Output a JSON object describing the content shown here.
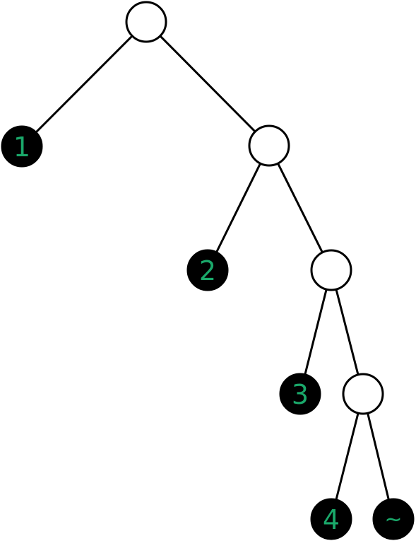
{
  "diagram": {
    "type": "binary-tree",
    "label_color": "#1aa86a",
    "nodes": [
      {
        "id": "root",
        "kind": "internal"
      },
      {
        "id": "n1",
        "kind": "internal"
      },
      {
        "id": "n2",
        "kind": "internal"
      },
      {
        "id": "n3",
        "kind": "internal"
      },
      {
        "id": "leaf-1",
        "kind": "leaf",
        "label": "1"
      },
      {
        "id": "leaf-2",
        "kind": "leaf",
        "label": "2"
      },
      {
        "id": "leaf-3",
        "kind": "leaf",
        "label": "3"
      },
      {
        "id": "leaf-4",
        "kind": "leaf",
        "label": "4"
      },
      {
        "id": "leaf-tilde",
        "kind": "leaf",
        "label": "~"
      }
    ],
    "edges": [
      [
        "root",
        "leaf-1"
      ],
      [
        "root",
        "n1"
      ],
      [
        "n1",
        "leaf-2"
      ],
      [
        "n1",
        "n2"
      ],
      [
        "n2",
        "leaf-3"
      ],
      [
        "n2",
        "n3"
      ],
      [
        "n3",
        "leaf-4"
      ],
      [
        "n3",
        "leaf-tilde"
      ]
    ]
  }
}
